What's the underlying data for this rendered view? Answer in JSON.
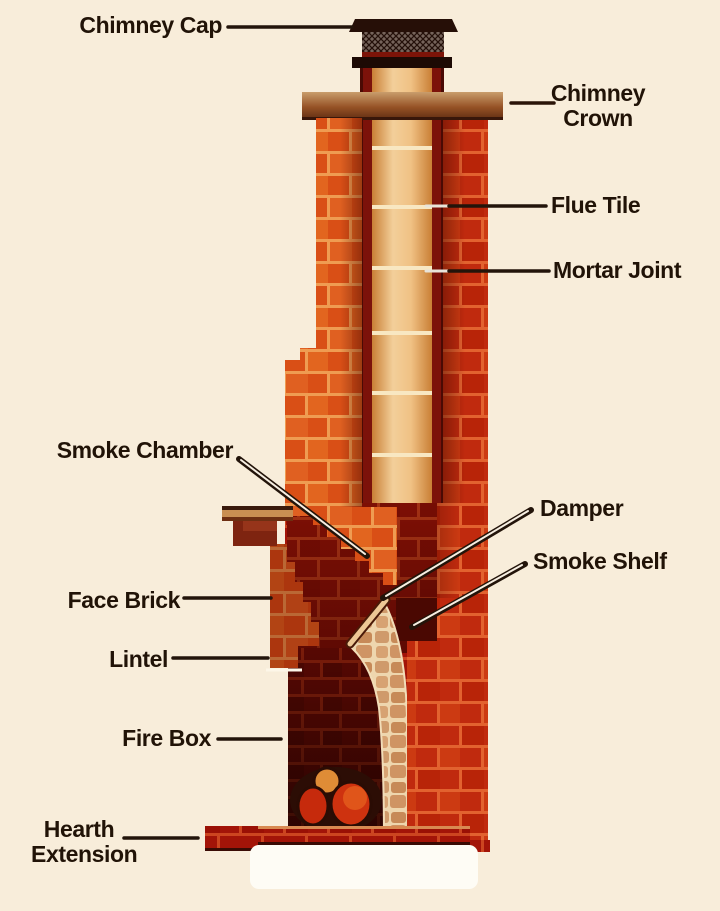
{
  "diagram": {
    "subject": "chimney-cross-section",
    "labels": {
      "chimney_cap": "Chimney Cap",
      "chimney_crown_line1": "Chimney",
      "chimney_crown_line2": "Crown",
      "flue_tile": "Flue Tile",
      "mortar_joint": "Mortar Joint",
      "smoke_chamber": "Smoke Chamber",
      "damper": "Damper",
      "smoke_shelf": "Smoke Shelf",
      "face_brick": "Face Brick",
      "lintel": "Lintel",
      "fire_box": "Fire Box",
      "hearth_extension_line1": "Hearth",
      "hearth_extension_line2": "Extension"
    },
    "colors": {
      "background": "#f8edda",
      "label_text": "#211307",
      "leader_line": "#23140a",
      "leader_core": "#f7efe2",
      "cap_dark": "#260f07",
      "mesh_gray": "#75635a",
      "crown_top": "#c99e6c",
      "crown_bottom": "#5f2c12",
      "flue_tan": "#eebc75",
      "flue_joint": "#f8e7c2",
      "liner_dark_red": "#7c120a",
      "brick_orange": "#d94f16",
      "brick_orange_mortar": "#ef9c52",
      "brick_red": "#c02a0e",
      "brick_red_mortar": "#e2622f",
      "brick_deep": "#a31408",
      "brick_deep_mortar": "#cc4520",
      "brick_interior": "#821005",
      "brick_interior_mortar": "#a93415",
      "firebox_dark": "#4d0702",
      "stone_tan": "#cf9a6b",
      "stone_mortar": "#eed6ae",
      "log_orange": "#df8c36",
      "log_red": "#ce320f",
      "white_base": "#fefcf5"
    }
  }
}
